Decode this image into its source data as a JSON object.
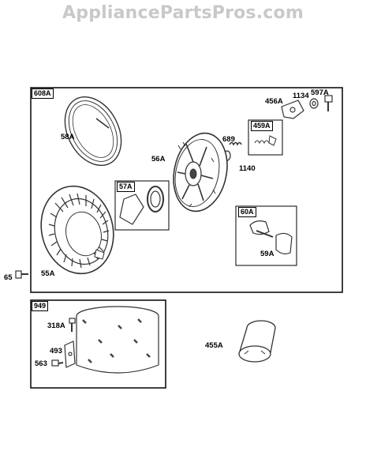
{
  "watermark": "AppliancePartsPros.com",
  "groups": {
    "main": "608A",
    "spring_kit": "459A",
    "pulley_kit": "57A",
    "handle_kit": "60A",
    "air_cleaner": "949"
  },
  "parts": {
    "p58A": "58A",
    "p456A": "456A",
    "p1134": "1134",
    "p597A": "597A",
    "p689": "689",
    "p56A": "56A",
    "p1140": "1140",
    "p59A": "59A",
    "p55A": "55A",
    "p65": "65",
    "p318A": "318A",
    "p493": "493",
    "p563": "563",
    "p455A": "455A"
  }
}
